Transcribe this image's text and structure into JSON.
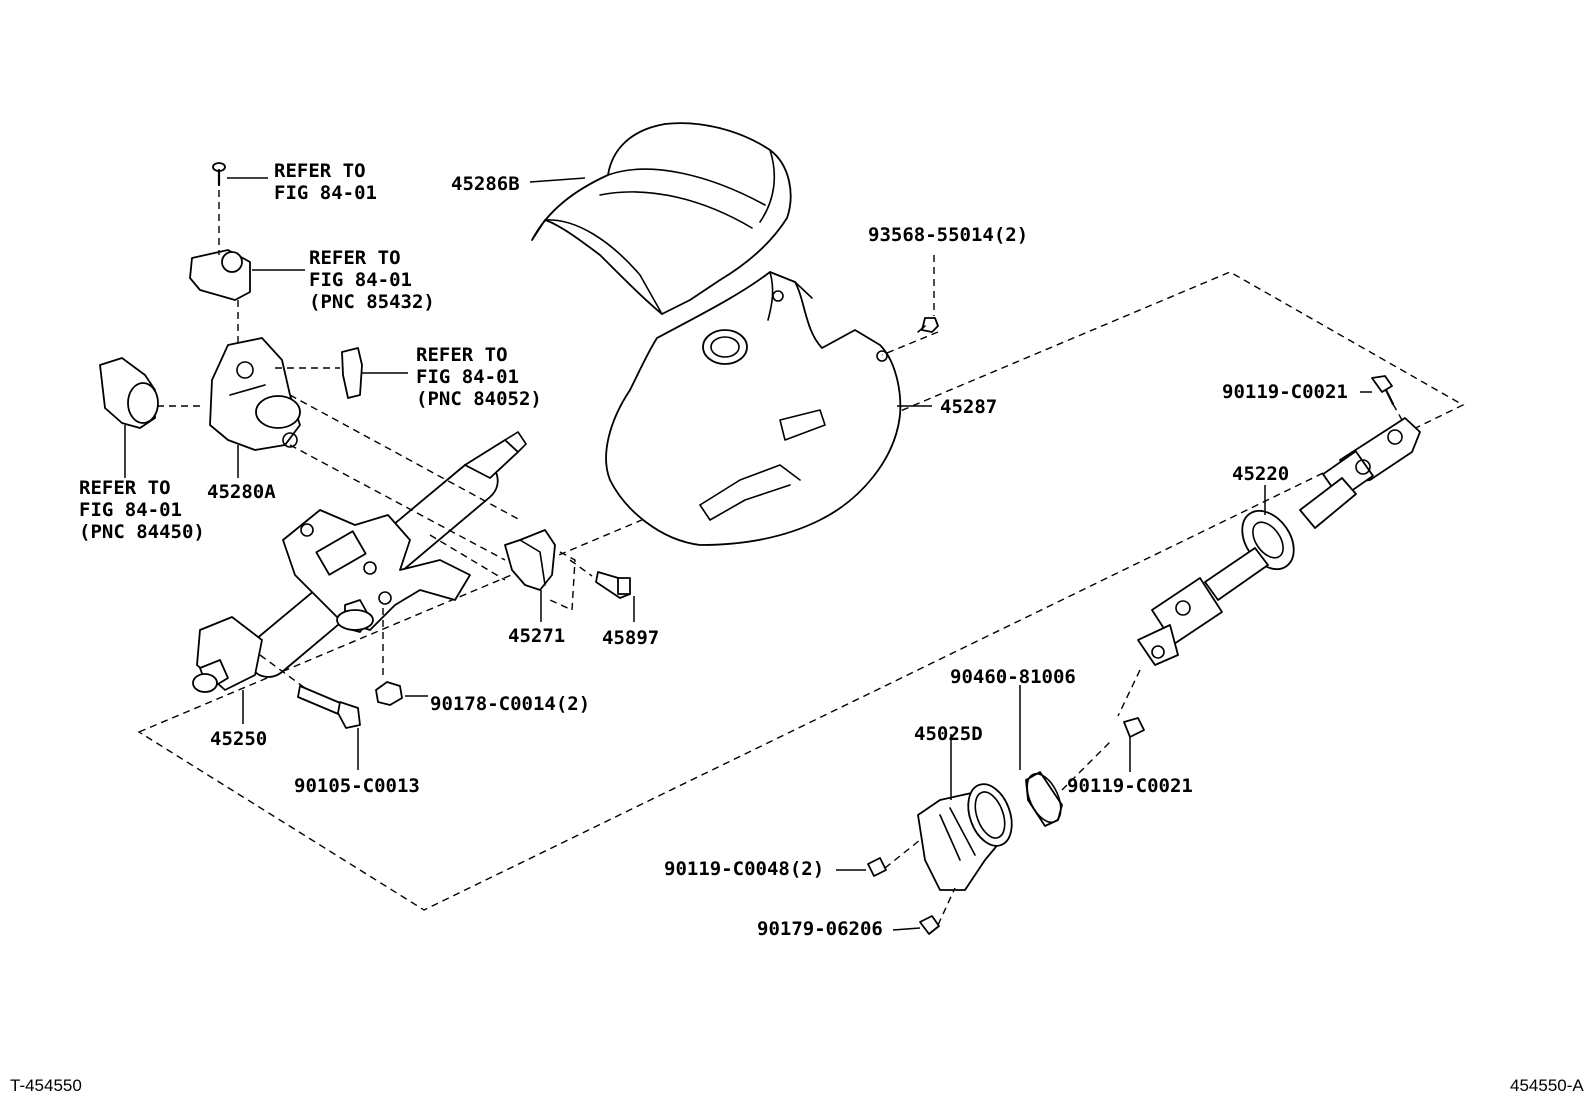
{
  "labels": {
    "p45286B": "45286B",
    "p93568": "93568-55014(2)",
    "p45287": "45287",
    "p90119_top": "90119-C0021",
    "p45220": "45220",
    "p45280A": "45280A",
    "p45271": "45271",
    "p45897": "45897",
    "p45250": "45250",
    "p90178": "90178-C0014(2)",
    "p90105": "90105-C0013",
    "p90460": "90460-81006",
    "p45025D": "45025D",
    "p90119_bot": "90119-C0021",
    "p90119_48": "90119-C0048(2)",
    "p90179": "90179-06206"
  },
  "refs": {
    "r1": [
      "REFER TO",
      "FIG 84-01"
    ],
    "r2": [
      "REFER TO",
      "FIG 84-01",
      "(PNC 85432)"
    ],
    "r3": [
      "REFER TO",
      "FIG 84-01",
      "(PNC 84052)"
    ],
    "r4": [
      "REFER TO",
      "FIG 84-01",
      "(PNC 84450)"
    ]
  },
  "footer": {
    "left": "T-454550",
    "right": "454550-A"
  }
}
